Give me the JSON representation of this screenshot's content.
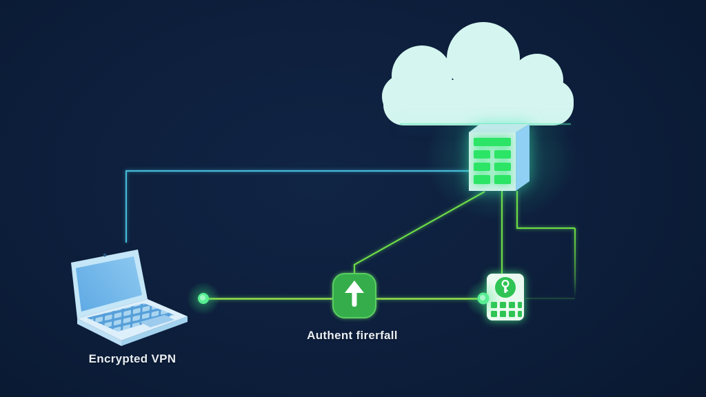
{
  "diagram": {
    "type": "network-security-illustration",
    "labels": {
      "laptop_caption": "Encrypted VPN",
      "firewall_caption": "Authent firerfall"
    },
    "nodes": [
      {
        "id": "laptop",
        "icon": "laptop-icon",
        "caption": "Encrypted VPN"
      },
      {
        "id": "cloud",
        "icon": "cloud-icon",
        "caption": ""
      },
      {
        "id": "server",
        "icon": "server-rack-icon",
        "caption": ""
      },
      {
        "id": "firewall",
        "icon": "up-arrow-icon",
        "caption": "Authent firerfall"
      },
      {
        "id": "auth-device",
        "icon": "keypad-key-icon",
        "caption": ""
      }
    ],
    "edges": [
      {
        "from": "laptop",
        "to": "server",
        "color": "cyan",
        "path": "up-then-right"
      },
      {
        "from": "server",
        "to": "firewall",
        "color": "green",
        "path": "diagonal-down-left"
      },
      {
        "from": "server",
        "to": "auth-device",
        "color": "green",
        "path": "straight-down"
      },
      {
        "from": "server",
        "to": "right-drop",
        "color": "green",
        "path": "down-right-then-fading-down"
      },
      {
        "from": "glow-dot-left",
        "to": "firewall",
        "color": "yellow-green",
        "path": "horizontal"
      },
      {
        "from": "firewall",
        "to": "auth-device",
        "color": "yellow-green",
        "path": "horizontal"
      }
    ]
  },
  "colors": {
    "background": "#0c1d39",
    "cyan_line": "#46bcd9",
    "green_line": "#6edc45",
    "main_line": "#95e04a",
    "server_green": "#2ce465",
    "icon_green": "#35ad4b",
    "icon_green_border": "#5ace62",
    "keypad_green": "#2fc454",
    "cloud": "#d5f6f0",
    "server_front": "#cff0ea",
    "server_side": "#8fd0f4",
    "laptop_screen": "#74b9ec",
    "laptop_frame": "#c4e6f7",
    "laptop_base": "#ddeffb",
    "keyboard": "#569fd9",
    "trackpad": "#9ccbee",
    "dot_green": "#57ed92",
    "keypad_body": "#eafaf0",
    "label_text": "#e9eef4"
  }
}
